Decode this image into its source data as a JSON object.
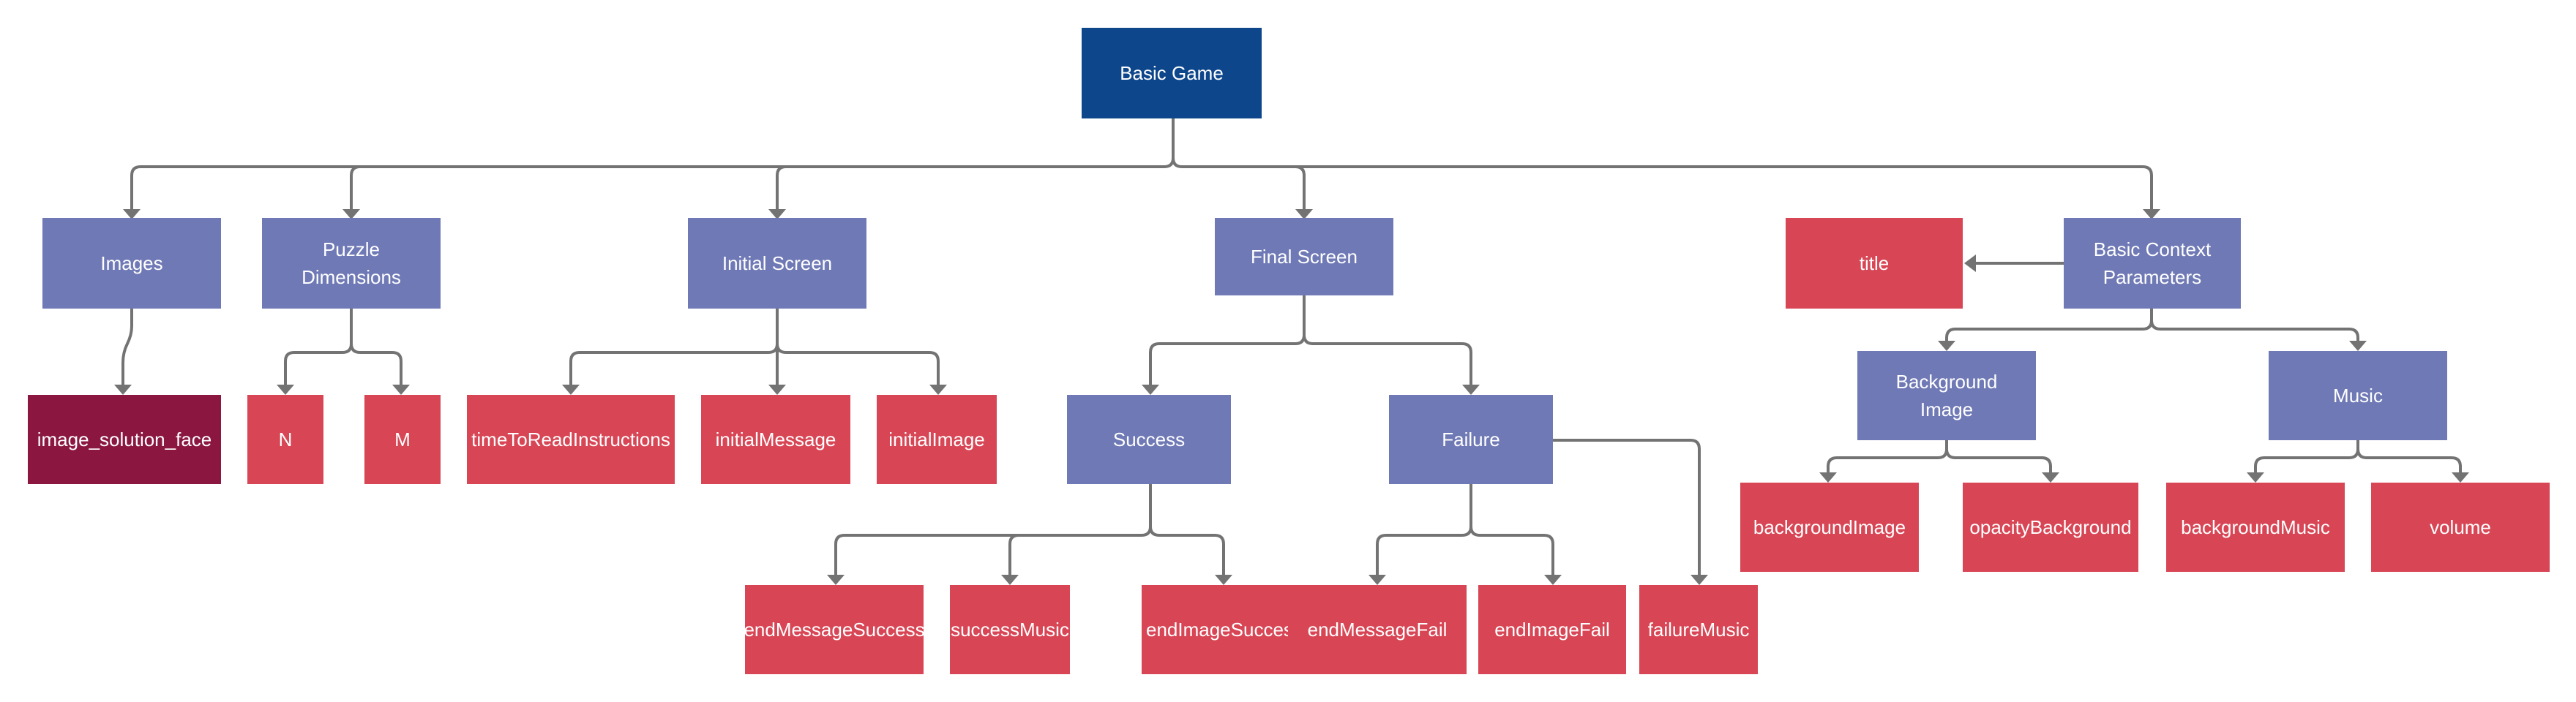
{
  "nodes": {
    "root": "Basic Game",
    "images": "Images",
    "puzzle_dimensions": "Puzzle\nDimensions",
    "initial_screen": "Initial Screen",
    "final_screen": "Final Screen",
    "basic_context": "Basic Context\nParameters",
    "title": "title",
    "image_solution_face": "image_solution_face",
    "n": "N",
    "m": "M",
    "time_to_read": "timeToReadInstructions",
    "initial_message": "initialMessage",
    "initial_image": "initialImage",
    "success": "Success",
    "failure": "Failure",
    "background_image_group": "Background\nImage",
    "music": "Music",
    "end_message_success": "endMessageSuccess",
    "success_music": "successMusic",
    "end_image_success": "endImageSucces",
    "end_message_fail": "endMessageFail",
    "end_image_fail": "endImageFail",
    "failure_music": "failureMusic",
    "background_image": "backgroundImage",
    "opacity_background": "opacityBackground",
    "background_music": "backgroundMusic",
    "volume": "volume"
  },
  "colors": {
    "root": "#0e468b",
    "group": "#6f79b5",
    "leaf": "#d84655",
    "highlight_leaf": "#8b1740",
    "connector": "#737373"
  }
}
